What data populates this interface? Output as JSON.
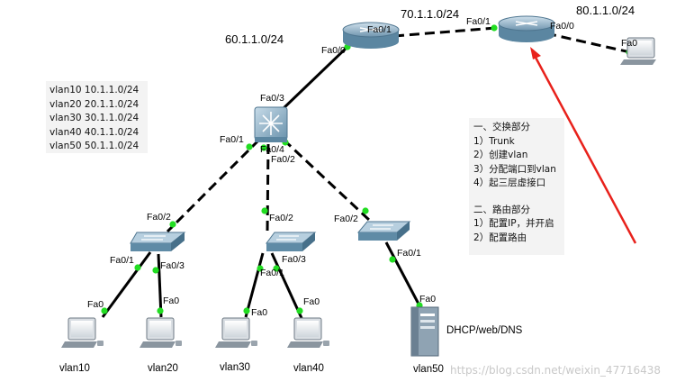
{
  "networks": {
    "net_router1_switch": "60.1.1.0/24",
    "net_router1_router2": "70.1.1.0/24",
    "net_router2_pc": "80.1.1.0/24"
  },
  "ports": {
    "router1_fa0_1": "Fa0/1",
    "router1_fa0_0": "Fa0/0",
    "router2_fa0_1": "Fa0/1",
    "router2_fa0_0": "Fa0/0",
    "pc_top_fa0": "Fa0",
    "l3switch_fa0_3": "Fa0/3",
    "l3switch_fa0_1": "Fa0/1",
    "l3switch_fa0_4": "Fa0/4",
    "l3switch_fa0_2": "Fa0/2",
    "sw1_fa0_2": "Fa0/2",
    "sw1_fa0_1": "Fa0/1",
    "sw1_fa0_3": "Fa0/3",
    "sw2_fa0_2": "Fa0/2",
    "sw2_fa0_3": "Fa0/3",
    "sw2_fa0_1": "Fa0/1",
    "sw3_fa0_2": "Fa0/2",
    "sw3_fa0_1": "Fa0/1",
    "pc_vlan10_fa0": "Fa0",
    "pc_vlan20_fa0": "Fa0",
    "pc_vlan30_fa0": "Fa0",
    "pc_vlan40_fa0": "Fa0",
    "server_fa0": "Fa0"
  },
  "hosts": {
    "vlan10": "vlan10",
    "vlan20": "vlan20",
    "vlan30": "vlan30",
    "vlan40": "vlan40",
    "vlan50": "vlan50",
    "server": "DHCP/web/DNS"
  },
  "vlan_table": [
    "vlan10 10.1.1.0/24",
    "vlan20 20.1.1.0/24",
    "vlan30 30.1.1.0/24",
    "vlan40 40.1.1.0/24",
    "vlan50 50.1.1.0/24"
  ],
  "notes": {
    "switch_title": "一、交换部分",
    "switch_items": [
      "1）Trunk",
      "2）创建vlan",
      "3）分配端口到vlan",
      "4）起三层虚接口"
    ],
    "routing_title": "二、路由部分",
    "routing_items": [
      "1）配置IP，并开启",
      "2）配置路由"
    ]
  },
  "watermark": "https://blog.csdn.net/weixin_47716438",
  "colors": {
    "link": "#000000",
    "link_up_dot": "#22dd22",
    "arrow": "#e8211b",
    "panel_bg": "#f3f3f3",
    "switch_body": "#6f9ab2",
    "router_body": "#7fa3bb"
  }
}
